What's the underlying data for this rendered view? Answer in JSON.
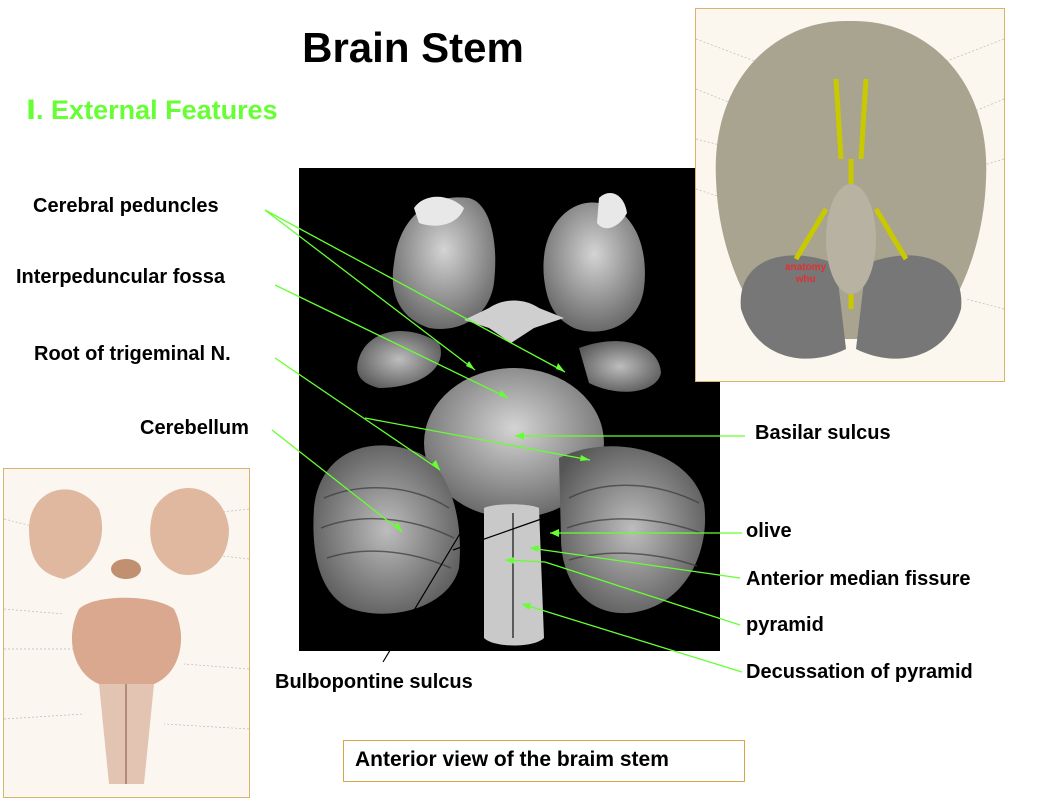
{
  "title": "Brain Stem",
  "subtitle": "Ⅰ. External Features",
  "labels": {
    "cerebral_peduncles": "Cerebral peduncles",
    "interpeduncular_fossa": "Interpeduncular fossa",
    "root_trigeminal": "Root of trigeminal N.",
    "cerebellum": "Cerebellum",
    "basilar_sulcus": "Basilar sulcus",
    "olive": "olive",
    "anterior_median_fissure": "Anterior median fissure",
    "pyramid": "pyramid",
    "decussation": "Decussation of pyramid",
    "bulbopontine_sulcus": "Bulbopontine sulcus"
  },
  "caption": "Anterior view of the braim stem",
  "watermark": {
    "line1": "anatomy",
    "line2": "whu"
  },
  "colors": {
    "subtitle": "#66ff33",
    "leader_line": "#66ff33",
    "caption_border": "#d9a54a",
    "photo_background": "#000000"
  }
}
